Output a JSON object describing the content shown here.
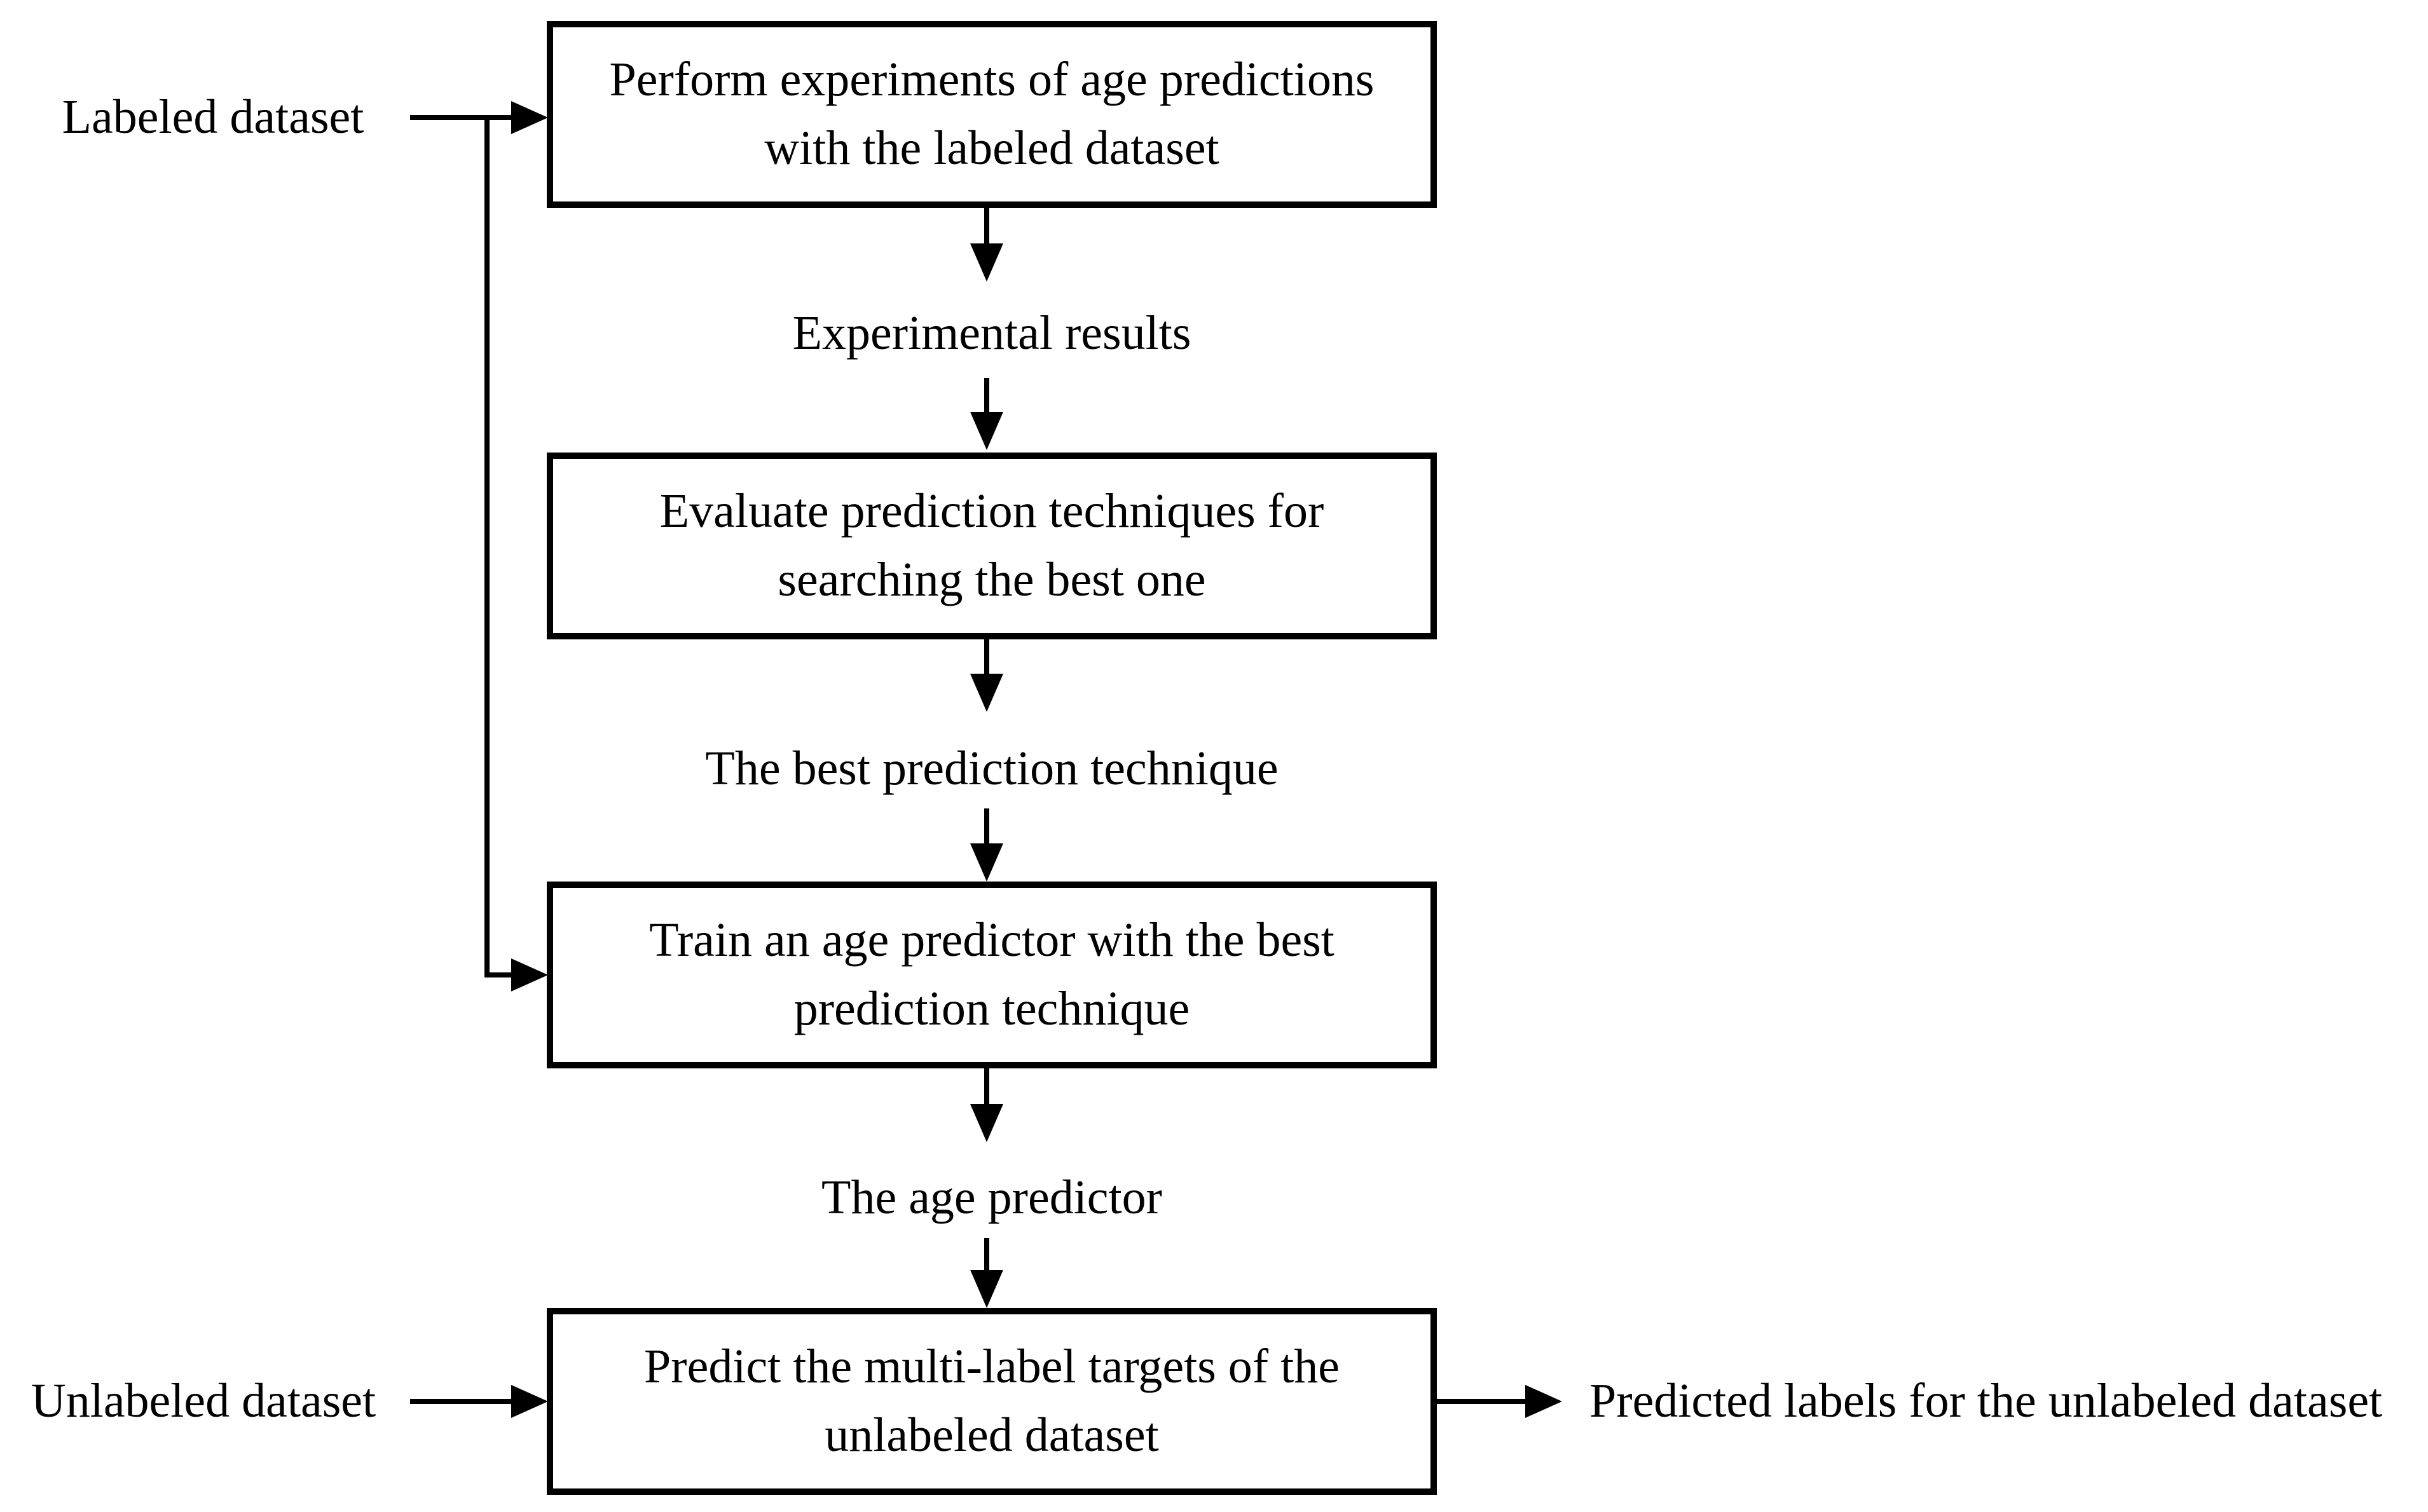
{
  "diagram": {
    "colors": {
      "line": "#000000",
      "background": "#ffffff",
      "text": "#000000"
    },
    "inputs": {
      "labeled": "Labeled dataset",
      "unlabeled": "Unlabeled dataset"
    },
    "boxes": {
      "perform": "Perform experiments of age predictions with the labeled dataset",
      "evaluate": "Evaluate prediction techniques for searching the best one",
      "train": "Train an age predictor with the best prediction technique",
      "predict": "Predict the multi-label targets of the unlabeled dataset"
    },
    "flow_labels": {
      "experimental_results": "Experimental results",
      "best_technique": "The best prediction technique",
      "age_predictor": "The age predictor"
    },
    "output": {
      "predicted_labels": "Predicted labels for the unlabeled dataset"
    }
  }
}
